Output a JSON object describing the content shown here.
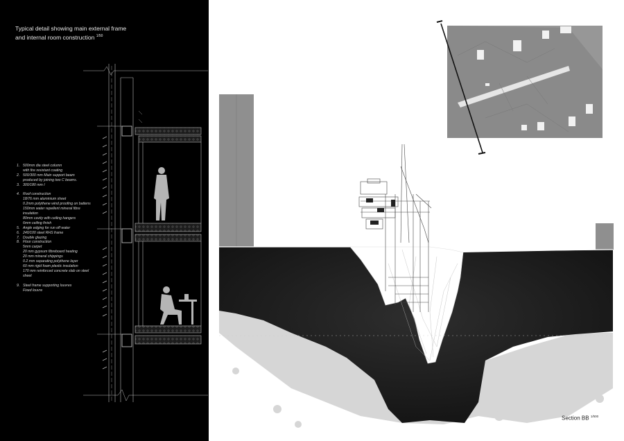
{
  "detail": {
    "title": "Typical detail showing main external frame\nand internal room construction",
    "scale": "1/50"
  },
  "notes": [
    {
      "num": "1.",
      "text": "500mm dia steel column\nwith fire resistant coating"
    },
    {
      "num": "2.",
      "text": "500/300 mm Main support beam\nproduced by joining two C beams."
    },
    {
      "num": "3.",
      "text": "300/180 mm I"
    },
    {
      "gap": true
    },
    {
      "num": "4.",
      "text": "Roof construction\n   18/76 mm aluminium sheet\n   0.2mm polythene wind proofing on battens\n   150mm water repellent mineral fibre\n   insulation\n   80mm cavity with ceiling hangers\n   6mm ceiling finish"
    },
    {
      "num": "5.",
      "text": "Angle edging for run off water"
    },
    {
      "num": "6.",
      "text": "240/100 steel RHS frame"
    },
    {
      "num": "7.",
      "text": "Double glazing"
    },
    {
      "num": "8.",
      "text": "Floor construction\n   5mm carpet\n   20 mm gypsum fibreboard heating\n   20 mm mineral chippings\n   0.2 mm separating polythene layer\n   60 mm rigid foam plastic insulation\n   170 mm reinforced concrete slab on steel\n   sheet"
    },
    {
      "gap": true
    },
    {
      "num": "9.",
      "text": "Steel frame supporting louvres\nFixed louvre"
    }
  ],
  "section": {
    "label": "Section BB",
    "scale": "1/500"
  },
  "colors": {
    "panel": "#000000",
    "ground": "#1a1a1a",
    "sky": "#ffffff",
    "map": "#8a8a8a"
  }
}
